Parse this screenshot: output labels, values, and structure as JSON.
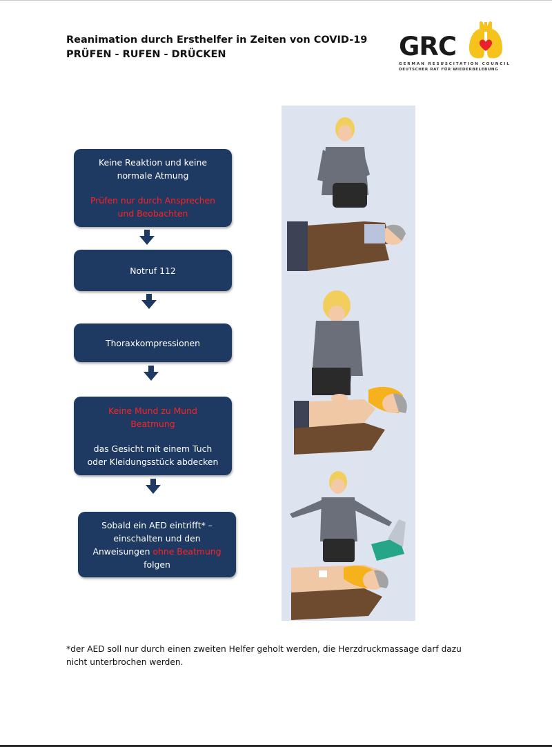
{
  "header": {
    "title_line1": "Reanimation durch Ersthelfer in Zeiten von COVID-19",
    "title_line2": "PRÜFEN - RUFEN - DRÜCKEN"
  },
  "logo": {
    "abbr": "GRC",
    "sub_line1": "GERMAN RESUSCITATION COUNCIL",
    "sub_line2": "DEUTSCHER RAT FÜR WIEDERBELEBUNG",
    "colors": {
      "lungs": "#f6c21c",
      "heart": "#e8222d"
    }
  },
  "steps": [
    {
      "line1": "Keine Reaktion und keine",
      "line2": "normale Atmung",
      "red1": "Prüfen nur durch Ansprechen",
      "red2": "und Beobachten"
    },
    {
      "text": "Notruf 112"
    },
    {
      "text": "Thoraxkompressionen"
    },
    {
      "red1": "Keine Mund zu Mund",
      "red2": "Beatmung",
      "line1": "das Gesicht mit einem Tuch",
      "line2": "oder Kleidungsstück abdecken"
    },
    {
      "line1": "Sobald ein AED eintrifft* –",
      "line2": "einschalten und den",
      "line3_a": "Anweisungen ",
      "line3_red": "ohne Beatmung",
      "line4": "folgen"
    }
  ],
  "footnote": {
    "line1": "*der AED soll nur durch einen zweiten Helfer geholt werden, die Herzdruckmassage darf dazu",
    "line2": "nicht unterbrochen werden."
  },
  "colors": {
    "box": "#1e3a62",
    "highlight": "#ff2222",
    "illustration_bg": "#dde3ef"
  },
  "icons": [
    "down-arrow-icon",
    "lungs-heart-logo-icon"
  ]
}
